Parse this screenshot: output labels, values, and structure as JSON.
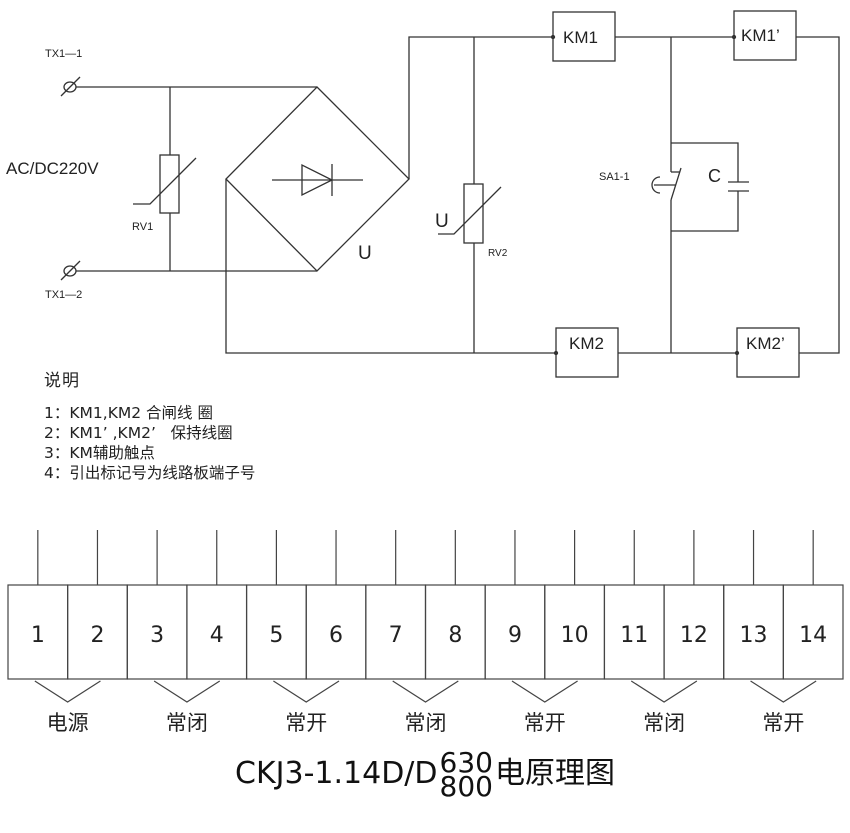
{
  "diagram": {
    "labels": {
      "tx1_1": "TX1—1",
      "tx1_2": "TX1—2",
      "supply": "AC/DC220V",
      "rv1": "RV1",
      "rv2": "RV2",
      "bridge_u": "U",
      "rv2_u": "U",
      "km1": "KM1",
      "km1p": "KM1’",
      "km2": "KM2",
      "km2p": "KM2’",
      "sa1": "SA1-1",
      "cap": "C"
    },
    "icons": {
      "terminal": "terminal-circle-slash-icon",
      "varistor": "varistor-icon",
      "diode": "diode-icon",
      "switch": "manual-switch-icon",
      "capacitor": "capacitor-icon"
    }
  },
  "notes": {
    "title": "说明",
    "items": [
      "1：KM1,KM2 合闸线 圈",
      "2：KM1’ ,KM2’   保持线圈",
      "3：KM辅助触点",
      "4：引出标记号为线路板端子号"
    ]
  },
  "terminals": {
    "numbers": [
      "1",
      "2",
      "3",
      "4",
      "5",
      "6",
      "7",
      "8",
      "9",
      "10",
      "11",
      "12",
      "13",
      "14"
    ],
    "groups": [
      "电源",
      "常闭",
      "常开",
      "常闭",
      "常开",
      "常闭",
      "常开"
    ]
  },
  "title": {
    "prefix": "CKJ3-1.14D/D",
    "frac_top": "630",
    "frac_bottom": "800",
    "suffix": "电原理图"
  }
}
